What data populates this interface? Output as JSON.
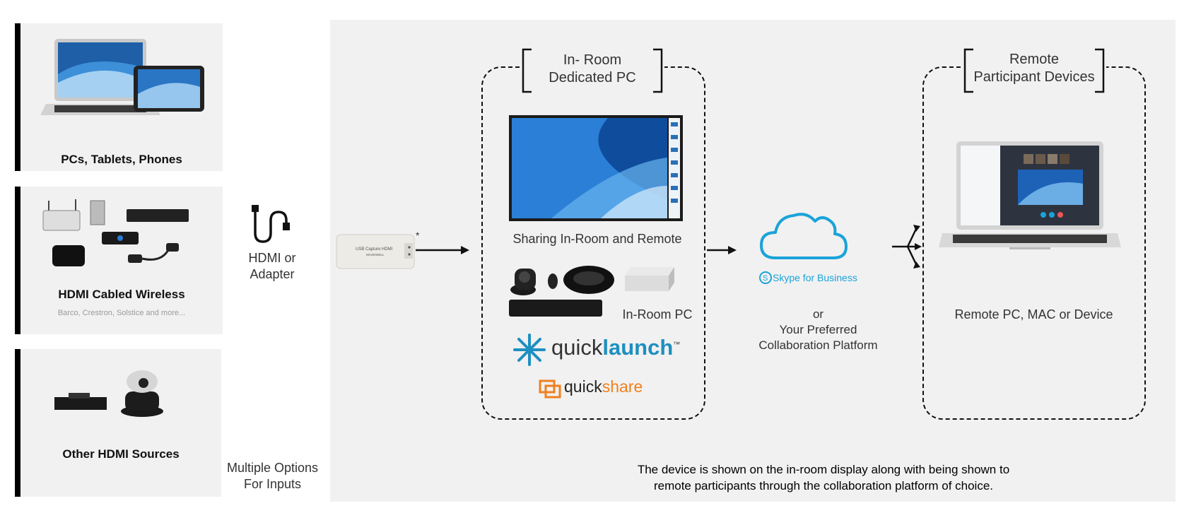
{
  "sources": {
    "pcs_label": "PCs, Tablets, Phones",
    "wireless_label": "HDMI Cabled Wireless",
    "wireless_sub": "Barco, Crestron, Solstice and more...",
    "other_label": "Other HDMI Sources"
  },
  "multiple_options": "Multiple Options\nFor Inputs",
  "hdmi": {
    "label": "HDMI or\nAdapter"
  },
  "capture": {
    "device_text": "USB Capture HDMI",
    "brand": "MAGEWELL",
    "asterisk": "*"
  },
  "in_room": {
    "title": "In- Room\nDedicated PC",
    "sharing_label": "Sharing In-Room and Remote",
    "pc_label": "In-Room PC",
    "quicklaunch_pre": "quick",
    "quicklaunch_post": "launch",
    "quicklaunch_tm": "™",
    "quickshare_pre": "quick",
    "quickshare_post": "share"
  },
  "cloud": {
    "skype_label": "Skype for Business",
    "or_text": "or\nYour Preferred\nCollaboration Platform"
  },
  "remote": {
    "title": "Remote\nParticipant Devices",
    "device_label": "Remote PC, MAC or Device"
  },
  "footer": "The device is  shown on the in-room display along with being shown to\nremote participants through the collaboration platform of choice.",
  "colors": {
    "panel": "#f1f1f1",
    "quicklaunch_blue": "#1e8fc0",
    "quickshare_orange": "#f0801e",
    "skype_blue": "#1aa3d9",
    "cloud_blue": "#1aa3d9"
  },
  "icons": [
    "laptop-icon",
    "tablet-icon",
    "router-icon",
    "hdmi-cable-icon",
    "capture-device-icon",
    "monitor-icon",
    "webcam-icon",
    "mini-pc-icon",
    "quicklaunch-logo-icon",
    "quickshare-logo-icon",
    "cloud-icon",
    "skype-icon",
    "split-arrow-icon"
  ]
}
